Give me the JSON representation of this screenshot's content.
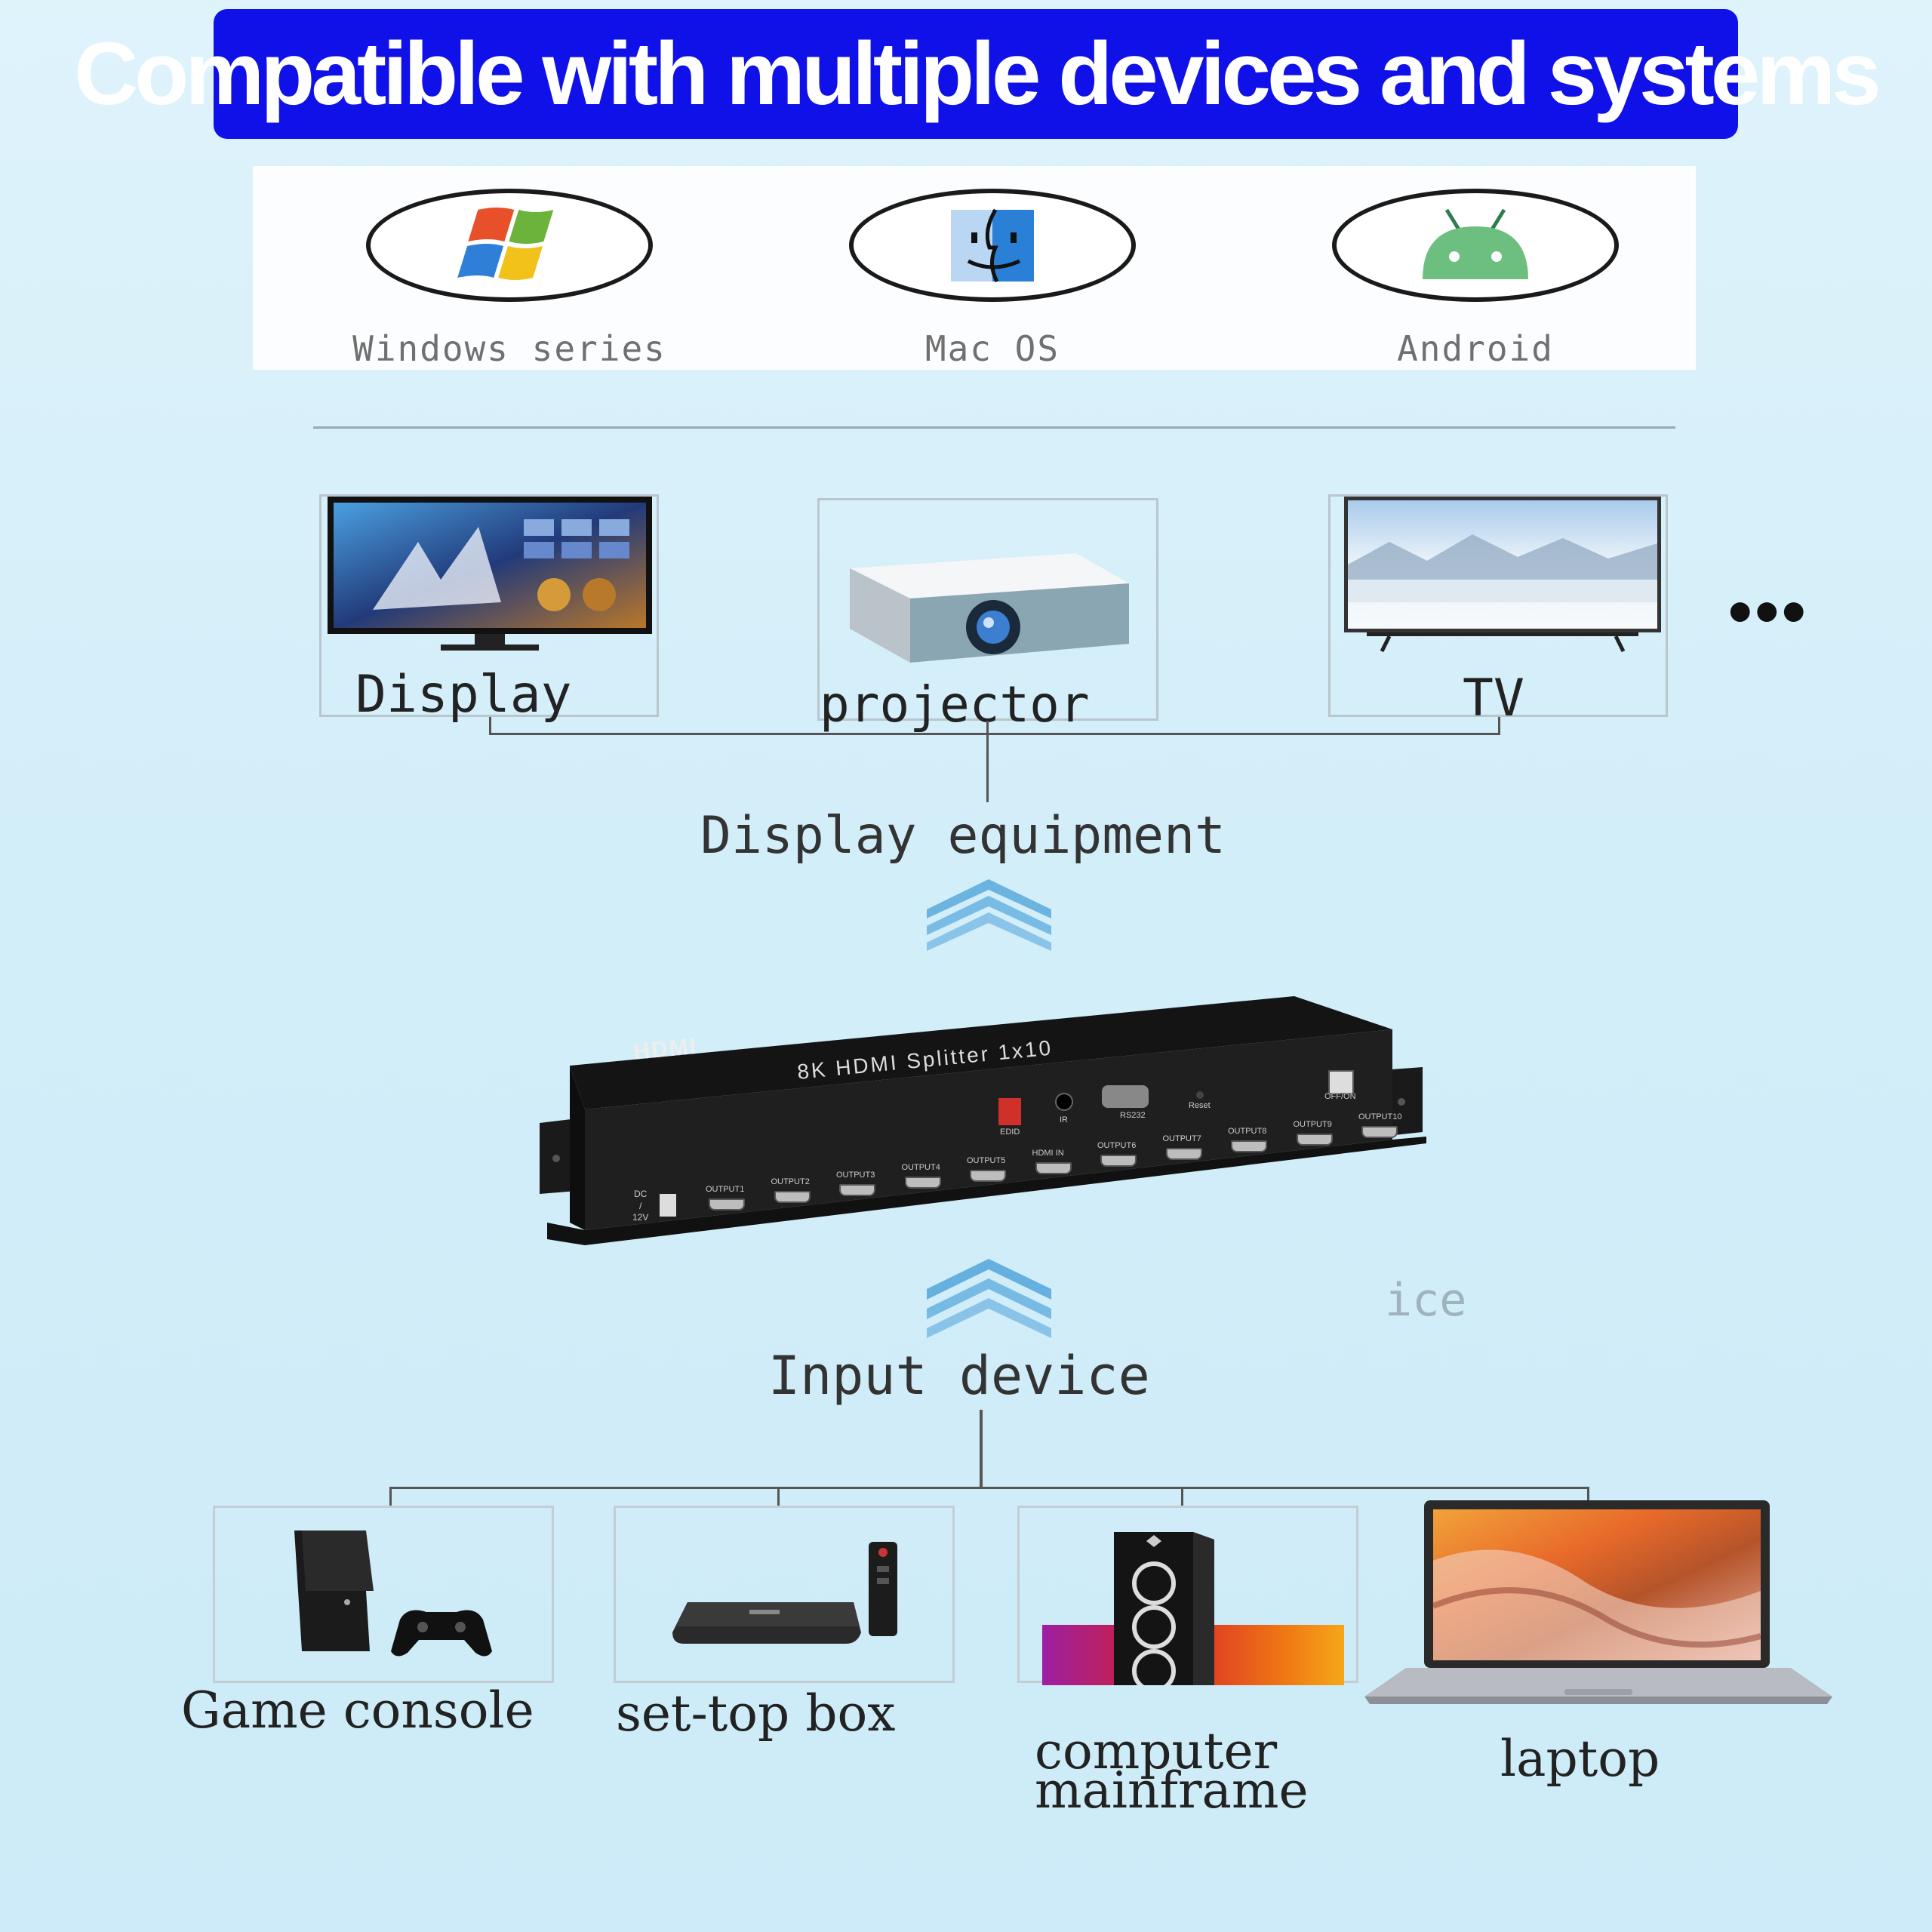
{
  "header": {
    "title": "Compatible with multiple devices and systems"
  },
  "os": {
    "items": [
      {
        "label": "Windows series",
        "icon": "windows-logo-icon"
      },
      {
        "label": "Mac OS",
        "icon": "mac-finder-icon"
      },
      {
        "label": "Android",
        "icon": "android-logo-icon"
      }
    ]
  },
  "display_equipment": {
    "title": "Display equipment",
    "items": [
      {
        "label": "Display",
        "icon": "monitor-icon"
      },
      {
        "label": "projector",
        "icon": "projector-icon"
      },
      {
        "label": "TV",
        "icon": "tv-icon"
      }
    ],
    "more": "•••"
  },
  "splitter": {
    "brand": "HDMI",
    "model": "8K HDMI Splitter 1x10",
    "top_labels": {
      "edid": "EDID",
      "ir": "IR",
      "rs232": "RS232",
      "reset": "Reset",
      "power": "OFF/ON"
    },
    "power_in": [
      "DC",
      "/",
      "12V"
    ],
    "ports": [
      "OUTPUT1",
      "OUTPUT2",
      "OUTPUT3",
      "OUTPUT4",
      "OUTPUT5",
      "HDMI IN",
      "OUTPUT6",
      "OUTPUT7",
      "OUTPUT8",
      "OUTPUT9",
      "OUTPUT10"
    ]
  },
  "ghost_text": "ice",
  "input_device": {
    "title": "Input device",
    "items": [
      {
        "label": "Game console",
        "icon": "game-console-icon"
      },
      {
        "label": "set-top box",
        "icon": "set-top-box-icon"
      },
      {
        "label_line1": "computer",
        "label_line2": "mainframe",
        "icon": "computer-tower-icon"
      },
      {
        "label": "laptop",
        "icon": "laptop-icon"
      }
    ]
  },
  "colors": {
    "banner": "#1010e8",
    "arrow": "#5aa9dc",
    "background": "#d2eef9"
  }
}
